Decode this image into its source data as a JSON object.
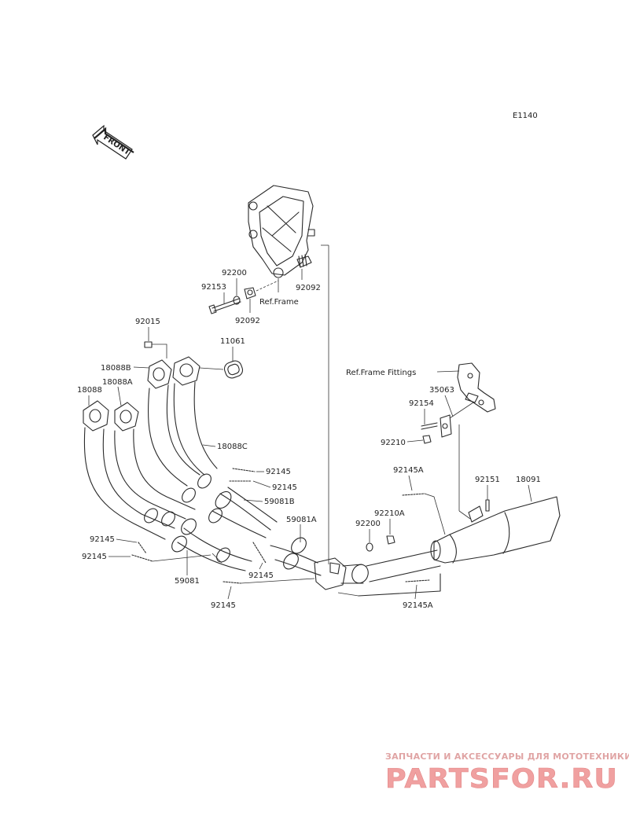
{
  "diagram_code": "E1140",
  "front_arrow_text": "FRONT",
  "ref_labels": {
    "frame": "Ref.Frame",
    "frame_fittings": "Ref.Frame Fittings"
  },
  "parts": {
    "p92200_top": "92200",
    "p92153": "92153",
    "p92092_a": "92092",
    "p92092_b": "92092",
    "p92015": "92015",
    "p11061": "11061",
    "p18088B": "18088B",
    "p18088A": "18088A",
    "p18088": "18088",
    "p18088C": "18088C",
    "p92145_a": "92145",
    "p92145_b": "92145",
    "p59081B": "59081B",
    "p59081A": "59081A",
    "p92145_c": "92145",
    "p92145_d": "92145",
    "p59081": "59081",
    "p92145_e": "92145",
    "p92145_f": "92145",
    "p35063": "35063",
    "p92154": "92154",
    "p92210": "92210",
    "p92145A_top": "92145A",
    "p92151": "92151",
    "p18091": "18091",
    "p92200_mid": "92200",
    "p92210A": "92210A",
    "p92145A_bot": "92145A"
  },
  "watermark": {
    "line1": "ЗАПЧАСТИ И АКСЕССУАРЫ ДЛЯ МОТОТЕХНИКИ",
    "line2": "PARTSFOR.RU"
  }
}
